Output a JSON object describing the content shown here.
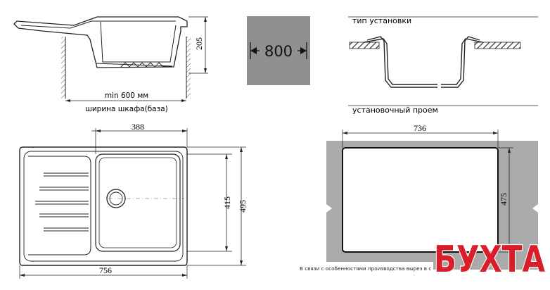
{
  "side_view": {
    "depth_value": "205",
    "min_cabinet_label": "min 600 мм",
    "cabinet_width_label": "ширина шкафа(база)"
  },
  "cabinet_badge": {
    "value": "800",
    "color": "#8f8f8f"
  },
  "install_type": {
    "title": "тип установки"
  },
  "top_view": {
    "bowl_width": "388",
    "bowl_height": "415",
    "total_height": "495",
    "total_width": "756"
  },
  "cutout": {
    "title": "установочный проем",
    "width": "736",
    "height": "475",
    "gray": "#aaaaaa"
  },
  "footnote": {
    "text": "В связи с особенностями производства вырез в с"
  },
  "watermark": {
    "text": "БУХТА",
    "color": "#d81e2a"
  }
}
